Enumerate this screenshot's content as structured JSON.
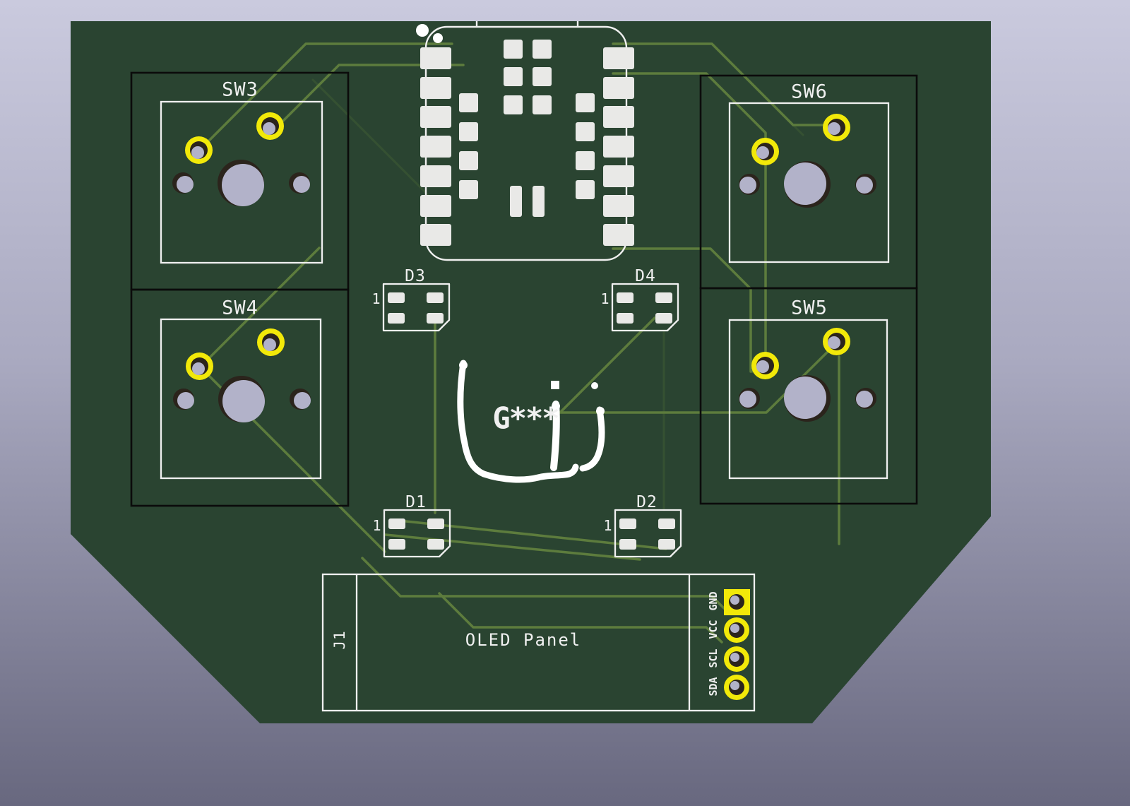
{
  "viewer": {
    "background_top": "#cacade",
    "background_bottom": "#68687f"
  },
  "board": {
    "color": "#2a4431",
    "silk_color": "#f0f0f0",
    "trace_color": "#5d7c3d",
    "faint_trace_color": "#3d5a33",
    "pad_color": "#e9e9e7",
    "gold_color": "#f2e909",
    "hole_color": "#b2b2c9",
    "courtyard_color": "#0b0b0b",
    "refs": {
      "sw3": "SW3",
      "sw4": "SW4",
      "sw5": "SW5",
      "sw6": "SW6",
      "d1": "D1",
      "d2": "D2",
      "d3": "D3",
      "d4": "D4",
      "j1": "J1"
    },
    "pin1": "1",
    "oled_label": "OLED Panel",
    "pin_labels": [
      "GND",
      "VCC",
      "SCL",
      "SDA"
    ],
    "logo_text": "G***"
  }
}
